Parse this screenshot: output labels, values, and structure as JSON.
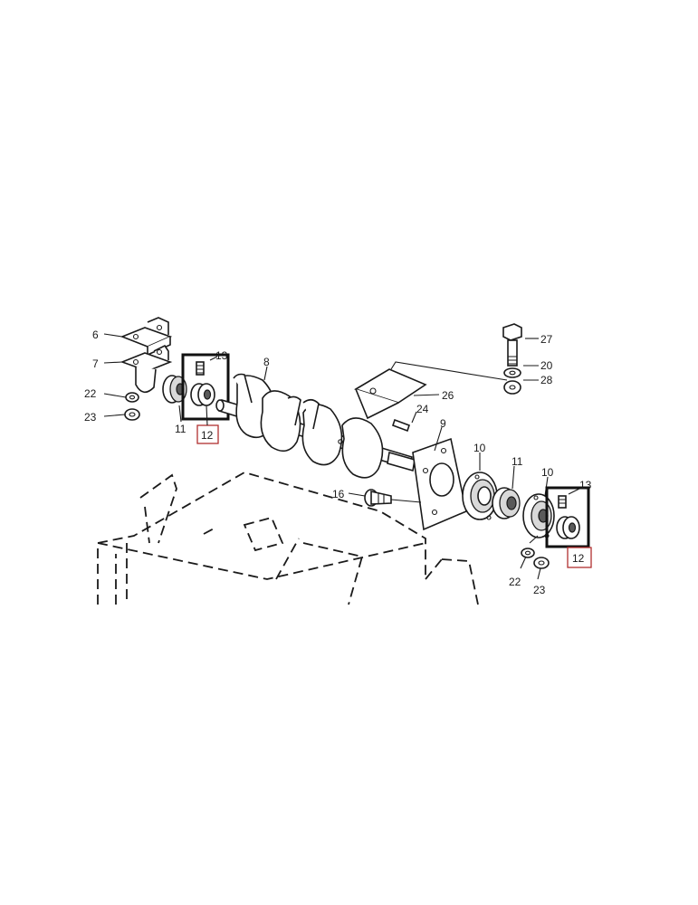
{
  "diagram": {
    "colors": {
      "line": "#1a1a1a",
      "highlight_box": "#111111",
      "callout_box": "#b03030",
      "background": "#ffffff"
    },
    "labels": {
      "p6": "6",
      "p7": "7",
      "p22_left": "22",
      "p23_left": "23",
      "p11_left": "11",
      "p13_left": "13",
      "p12_left": "12",
      "p8": "8",
      "p27": "27",
      "p20": "20",
      "p28": "28",
      "p26": "26",
      "p24": "24",
      "p9": "9",
      "p10_a": "10",
      "p11_right": "11",
      "p10_b": "10",
      "p13_right": "13",
      "p12_right": "12",
      "p16": "16",
      "p22_right": "22",
      "p23_right": "23"
    }
  }
}
